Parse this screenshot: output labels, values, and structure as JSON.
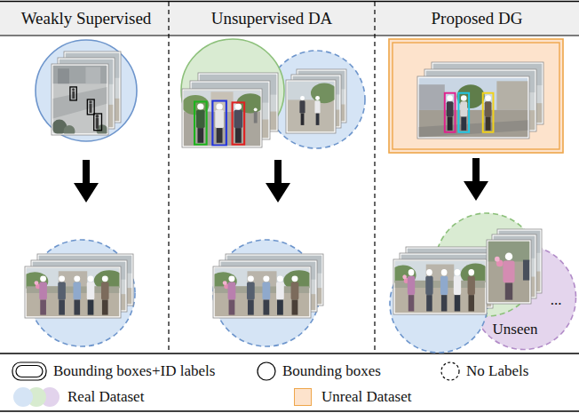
{
  "diagram": {
    "nodes": [
      {
        "text": [
          "Unseen"
        ]
      }
    ],
    "labels": [
      "Weakly Supervised",
      "Unsupervised DA",
      "Proposed DG",
      "..."
    ],
    "legend": [
      {
        "text": "Bounding boxes+ID labels"
      },
      {
        "text": "Bounding boxes"
      },
      {
        "text": "No Labels"
      },
      {
        "text": "Real Dataset",
        "color": "#d5e4f5"
      },
      {
        "text": "Unreal Dataset",
        "color": "#fde3cc"
      }
    ]
  }
}
